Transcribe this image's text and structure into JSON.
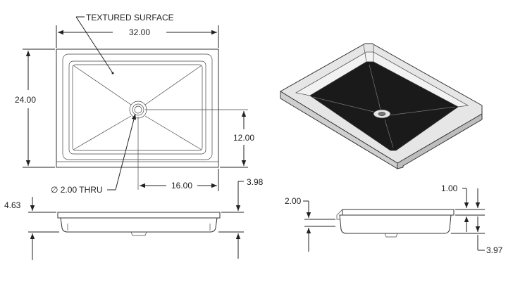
{
  "top_view": {
    "note_label": "TEXTURED SURFACE",
    "width_dim": "32.00",
    "height_dim": "24.00",
    "drain_y_dim": "12.00",
    "drain_x_dim": "16.00",
    "drain_note": "∅ 2.00 THRU"
  },
  "front_view": {
    "left_dim": "4.63",
    "right_dim": "3.98"
  },
  "side_view": {
    "left_dim": "2.00",
    "right_top_dim": "1.00",
    "right_bottom_dim": "3.97"
  },
  "iso_view": {
    "pan_color": "#1a1a1a",
    "rim_color": "#e6e6e6"
  }
}
